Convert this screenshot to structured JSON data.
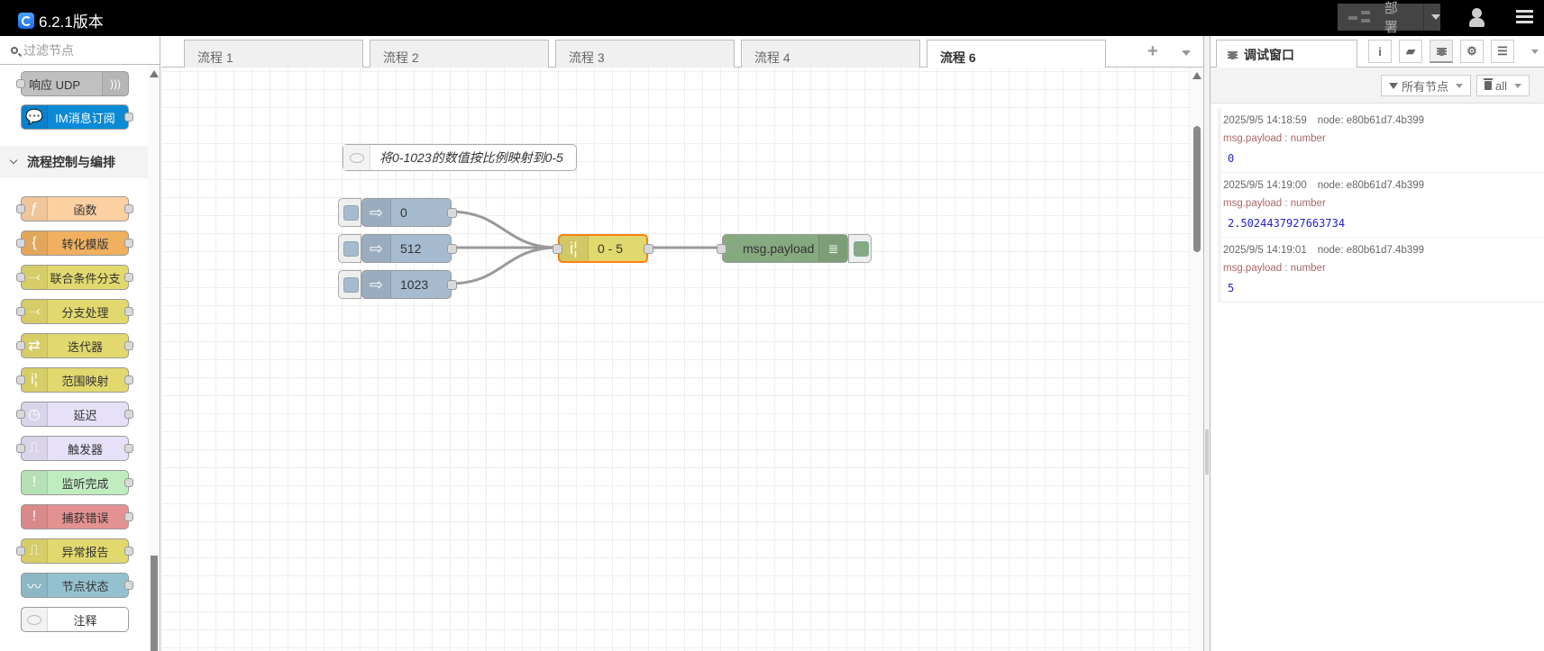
{
  "header": {
    "title": "6.2.1版本",
    "deploy_label": "部署"
  },
  "palette": {
    "filter_placeholder": "过滤节点",
    "category": "流程控制与编排",
    "top_nodes": [
      {
        "label": "响应 UDP",
        "color": "#c0c0c0"
      },
      {
        "label": "IM消息订阅",
        "color": "#0b8ad6"
      }
    ],
    "nodes": [
      {
        "label": "函数",
        "color": "#fdd0a2",
        "icon": "function-icon"
      },
      {
        "label": "转化模版",
        "color": "#f0b060",
        "icon": "template-icon"
      },
      {
        "label": "联合条件分支",
        "color": "#e2d96e",
        "icon": "switch-icon"
      },
      {
        "label": "分支处理",
        "color": "#e2d96e",
        "icon": "switch-icon"
      },
      {
        "label": "迭代器",
        "color": "#e2d96e",
        "icon": "loop-icon"
      },
      {
        "label": "范围映射",
        "color": "#e2d96e",
        "icon": "range-icon"
      },
      {
        "label": "延迟",
        "color": "#e6e0f8",
        "icon": "timer-icon"
      },
      {
        "label": "触发器",
        "color": "#e6e0f8",
        "icon": "trigger-icon"
      },
      {
        "label": "监听完成",
        "color": "#c0edc0",
        "icon": "alert-icon"
      },
      {
        "label": "捕获错误",
        "color": "#e49191",
        "icon": "alert-icon"
      },
      {
        "label": "异常报告",
        "color": "#e2d96e",
        "icon": "report-icon"
      },
      {
        "label": "节点状态",
        "color": "#94c1d0",
        "icon": "status-icon"
      },
      {
        "label": "注释",
        "color": "#ffffff",
        "icon": "comment-icon"
      }
    ]
  },
  "tabs": [
    {
      "label": "流程 1"
    },
    {
      "label": "流程 2"
    },
    {
      "label": "流程 3"
    },
    {
      "label": "流程 4"
    },
    {
      "label": "流程 6",
      "active": true
    }
  ],
  "flow": {
    "comment": "将0-1023的数值按比例映射到0-5",
    "inject_nodes": [
      {
        "label": "0"
      },
      {
        "label": "512"
      },
      {
        "label": "1023"
      }
    ],
    "range_node": {
      "label": "0 - 5"
    },
    "debug_node": {
      "label": "msg.payload"
    }
  },
  "sidebar": {
    "tab_label": "调试窗口",
    "filter_label": "所有节点",
    "clear_label": "all",
    "messages": [
      {
        "time": "2025/9/5 14:18:59",
        "node": "node: e80b61d7.4b399",
        "type": "msg.payload : number",
        "value": "0"
      },
      {
        "time": "2025/9/5 14:19:00",
        "node": "node: e80b61d7.4b399",
        "type": "msg.payload : number",
        "value": "2.5024437927663734"
      },
      {
        "time": "2025/9/5 14:19:01",
        "node": "node: e80b61d7.4b399",
        "type": "msg.payload : number",
        "value": "5"
      }
    ]
  }
}
